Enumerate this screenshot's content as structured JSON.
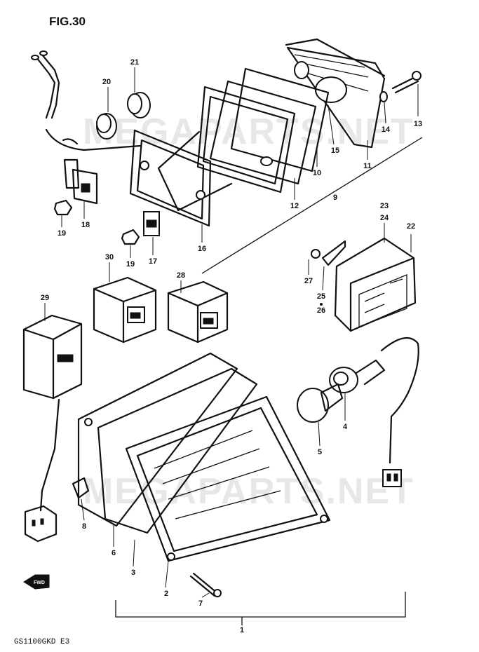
{
  "figure": {
    "title": "FIG.30",
    "model_code": "GS1100GKD E3"
  },
  "watermark": {
    "top": "MEGAPARTS.NET",
    "bottom": "MEGAPARTS.NET"
  },
  "fwd_icon": {
    "label": "FWD",
    "icon": "fwd-arrow-icon"
  },
  "callouts": {
    "c1": "1",
    "c2": "2",
    "c3": "3",
    "c4": "4",
    "c5": "5",
    "c6": "6",
    "c7": "7",
    "c8": "8",
    "c9": "9",
    "c10": "10",
    "c11": "11",
    "c12": "12",
    "c13": "13",
    "c14": "14",
    "c15": "15",
    "c16": "16",
    "c17": "17",
    "c18": "18",
    "c19a": "19",
    "c19b": "19",
    "c20": "20",
    "c21": "21",
    "c22": "22",
    "c23": "23",
    "c24": "24",
    "c25": "25",
    "c26": "26",
    "c27": "27",
    "c28": "28",
    "c29": "29",
    "c30": "30"
  }
}
